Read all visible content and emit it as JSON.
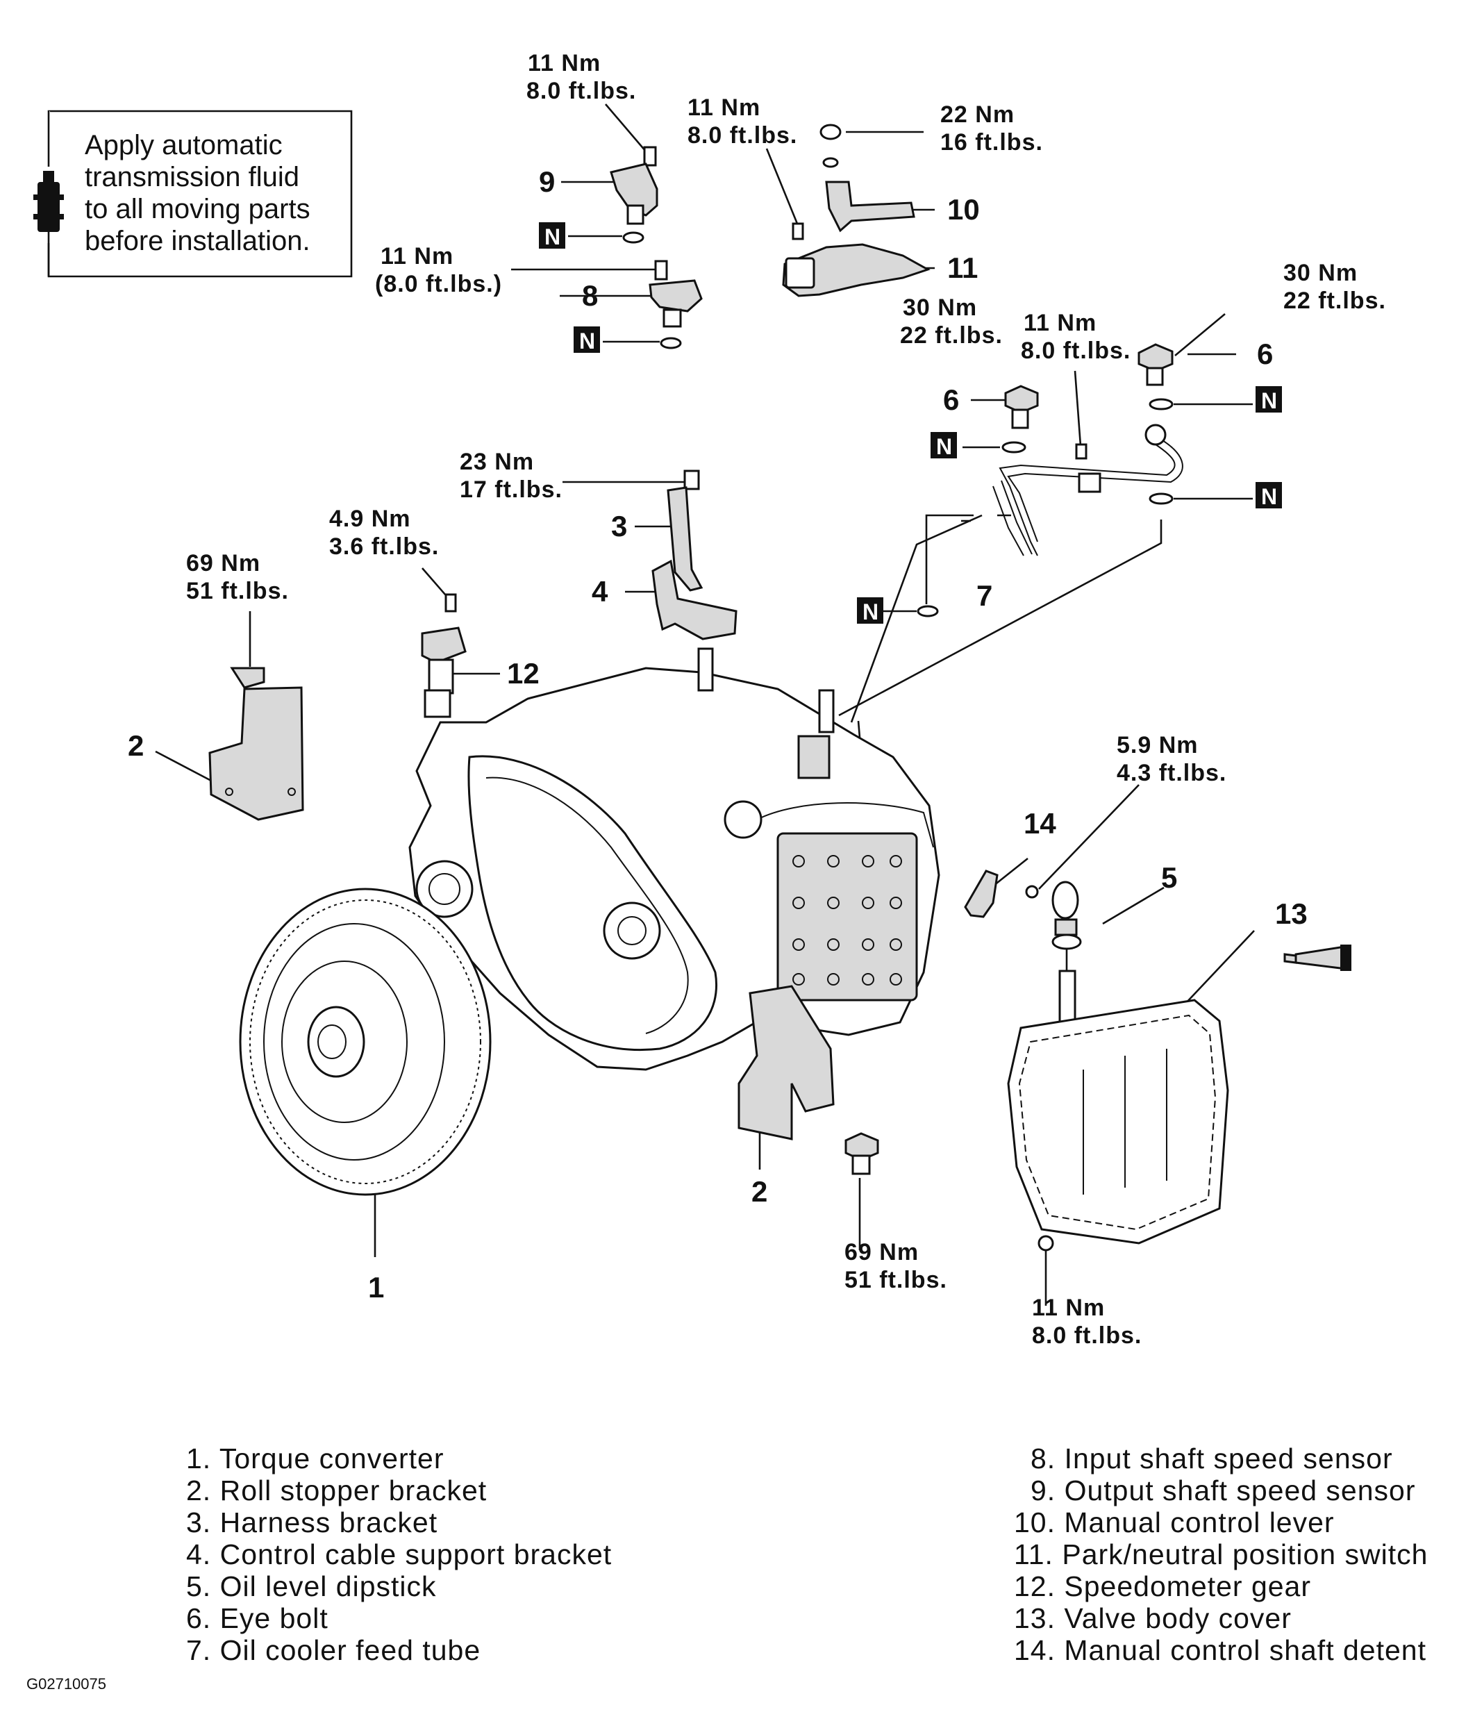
{
  "note": {
    "lines": [
      "Apply     automatic",
      "transmission fluid",
      "to all moving parts",
      "before installation."
    ]
  },
  "symbols": {
    "new_part": "N"
  },
  "torques": {
    "t9": [
      "11 Nm",
      "8.0 ft.lbs."
    ],
    "t10": [
      "11 Nm",
      "8.0 ft.lbs."
    ],
    "t11": [
      "22 Nm",
      "16 ft.lbs."
    ],
    "t8": [
      "11 Nm",
      "(8.0 ft.lbs.)"
    ],
    "t6r": [
      "30 Nm",
      "22 ft.lbs."
    ],
    "t6l": [
      "30 Nm",
      "22 ft.lbs."
    ],
    "t7": [
      "11 Nm",
      "8.0 ft.lbs."
    ],
    "t3": [
      "23 Nm",
      "17 ft.lbs."
    ],
    "t12": [
      "4.9 Nm",
      "3.6 ft.lbs."
    ],
    "t2a": [
      "69 Nm",
      "51 ft.lbs."
    ],
    "t14": [
      "5.9 Nm",
      "4.3 ft.lbs."
    ],
    "t2b": [
      "69 Nm",
      "51 ft.lbs."
    ],
    "t13": [
      "11 Nm",
      "8.0 ft.lbs."
    ]
  },
  "callouts": {
    "c1": "1",
    "c2a": "2",
    "c2b": "2",
    "c3": "3",
    "c4": "4",
    "c5": "5",
    "c6a": "6",
    "c6b": "6",
    "c7": "7",
    "c8": "8",
    "c9": "9",
    "c10": "10",
    "c11": "11",
    "c12": "12",
    "c13": "13",
    "c14": "14"
  },
  "legend_left": [
    "1. Torque converter",
    "2. Roll stopper bracket",
    "3. Harness bracket",
    "4. Control cable support bracket",
    "5. Oil level dipstick",
    "6. Eye bolt",
    "7. Oil cooler feed tube"
  ],
  "legend_right": [
    "8. Input shaft speed sensor",
    "9. Output shaft speed sensor",
    "10. Manual control lever",
    "11. Park/neutral position switch",
    "12. Speedometer gear",
    "13. Valve body cover",
    "14. Manual control shaft detent"
  ],
  "figure_code": "G02710075"
}
